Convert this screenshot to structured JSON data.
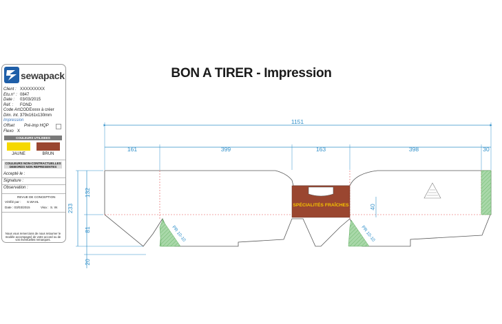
{
  "title": "BON A TIRER  - Impression",
  "logo": {
    "brand": "sewapack"
  },
  "info": [
    {
      "key": "Client :",
      "value": "XXXXXXXXX"
    },
    {
      "key": "Etu.n° :",
      "value": "0847"
    },
    {
      "key": "Date :",
      "value": "03/03/2015"
    },
    {
      "key": "Réf. :",
      "value": "FOND"
    },
    {
      "key": "Code Art. :",
      "value": "CODExxxx à créer"
    },
    {
      "key": "Dim. Int. :",
      "value": "379x161x130mm"
    }
  ],
  "impression": {
    "label": "Impression",
    "offset": "Offset",
    "offset_value": "Pré-imp HQP",
    "flexo": "Flexo",
    "flexo_value": "X"
  },
  "colors": {
    "header": "COULEURS UTILISEES",
    "items": [
      {
        "name": "JAUNE",
        "hex": "#f5d800"
      },
      {
        "name": "BRUN",
        "hex": "#9a4630"
      }
    ]
  },
  "disclaimer": "COULEURS NON-CONTRACTUELLES DEBORDS NON REPRESENTES",
  "approval": {
    "accepted": "Accepté le :",
    "signature": "Signature :",
    "observation": "Observation :"
  },
  "review": {
    "header": "REVUE DE CONCEPTION",
    "verified_by": "Vérifié par :",
    "verified_value": "S.WAHL",
    "date": "Date : 03/03/2015",
    "visa": "Visa :",
    "visa_value": "S. W."
  },
  "footer_note": "Nous vous remercions de nous retourner le modèle accompagné de votre accord ou de vos éventuelles remarques.",
  "dimensions": {
    "total_width": "1151",
    "segments": [
      "161",
      "399",
      "163",
      "398",
      "30"
    ],
    "heights": [
      "233",
      "132",
      "81",
      "20"
    ],
    "window_depth": "40"
  },
  "label_print": "SPÉCIALITÉS FRAÎCHES",
  "pr_marks": [
    "PR 10-10",
    "PR 10-10"
  ],
  "palette": {
    "dimension": "#2f8fc9",
    "fold_line": "#e25050",
    "outline": "#555555",
    "hatch_green": "#a9d8a9",
    "label_brown": "#9a4630",
    "label_text": "#f5c400",
    "end_hatch": "#b9dfb9"
  }
}
